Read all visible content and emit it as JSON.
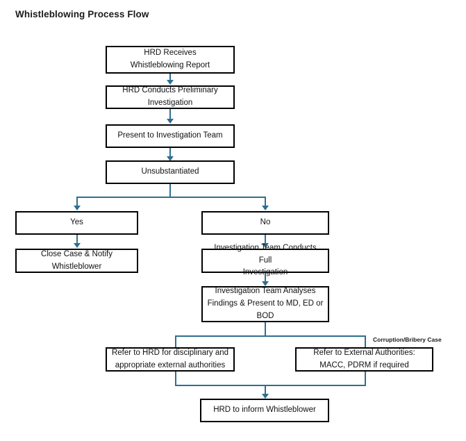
{
  "diagram": {
    "title": "Whistleblowing Process Flow",
    "type": "flowchart",
    "colors": {
      "connector": "#2e6f8e",
      "node_border": "#000000",
      "node_fill": "#ffffff",
      "text": "#111111"
    },
    "nodes": [
      {
        "id": "n1",
        "label": "HRD Receives\nWhistleblowing Report",
        "line1": "HRD Receives",
        "line2": "Whistleblowing Report"
      },
      {
        "id": "n2",
        "label": "HRD Conducts Preliminary\nInvestigation",
        "line1": "HRD Conducts Preliminary",
        "line2": "Investigation"
      },
      {
        "id": "n3",
        "label": "Present to Investigation Team",
        "line1": "Present to Investigation Team",
        "line2": ""
      },
      {
        "id": "n4",
        "label": "Unsubstantiated",
        "line1": "Unsubstantiated",
        "line2": ""
      },
      {
        "id": "n5",
        "label": "Yes",
        "line1": "Yes",
        "line2": ""
      },
      {
        "id": "n6",
        "label": "No",
        "line1": "No",
        "line2": ""
      },
      {
        "id": "n7",
        "label": "Close Case & Notify\nWhistleblower",
        "line1": "Close Case & Notify",
        "line2": "Whistleblower"
      },
      {
        "id": "n8",
        "label": "Investigation Team Conducts Full\nInvestigation",
        "line1": "Investigation Team Conducts Full",
        "line2": "Investigation"
      },
      {
        "id": "n9",
        "label": "Investigation Team Analyses\nFindings & Present to MD, ED or\nBOD",
        "line1": "Investigation Team Analyses",
        "line2": "Findings & Present to MD, ED or",
        "line3": "BOD"
      },
      {
        "id": "n10",
        "label": "Refer to HRD for disciplinary and\nappropriate external authorities",
        "line1": "Refer to HRD for disciplinary and",
        "line2": "appropriate external authorities"
      },
      {
        "id": "n11",
        "label": "Refer to External Authorities:\nMACC, PDRM if required",
        "line1": "Refer to External Authorities:",
        "line2": "MACC, PDRM if required"
      },
      {
        "id": "n12",
        "label": "HRD to inform Whistleblower",
        "line1": "HRD to inform Whistleblower",
        "line2": ""
      }
    ],
    "edge_labels": [
      {
        "id": "e1",
        "text": "Corruption/Bribery Case"
      }
    ]
  }
}
